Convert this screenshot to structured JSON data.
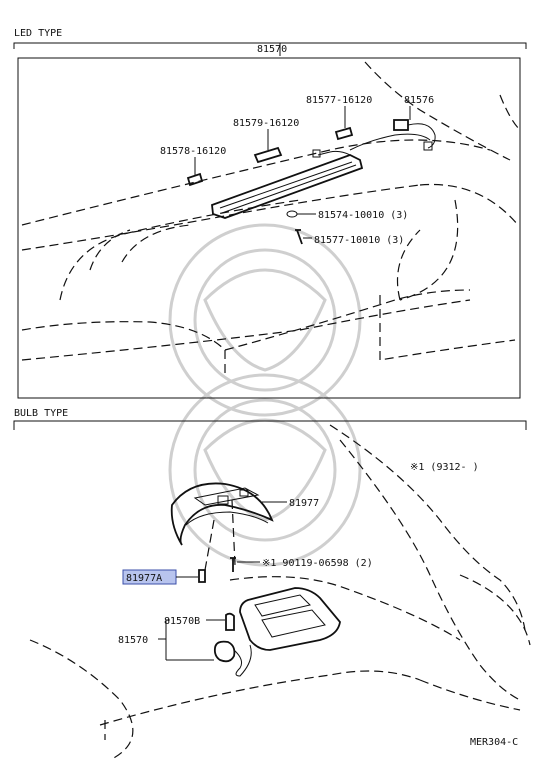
{
  "sections": {
    "led": {
      "title": "LED TYPE"
    },
    "bulb": {
      "title": "BULB TYPE"
    }
  },
  "parts": {
    "p81570_top": "81570",
    "p81577_16120": "81577-16120",
    "p81576": "81576",
    "p81579_16120": "81579-16120",
    "p81578_16120": "81578-16120",
    "p81574_10010": "81574-10010 (3)",
    "p81577_10010": "81577-10010 (3)",
    "p81977": "81977",
    "p81977A": "81977A",
    "p90119": "※1  90119-06598 (2)",
    "p81570B": "81570B",
    "p81570_bottom": "81570",
    "note": "※1  (9312-       )"
  },
  "footer": {
    "code": "MER304-C"
  },
  "colors": {
    "highlight": "#b8c4ee",
    "line": "#111111"
  }
}
